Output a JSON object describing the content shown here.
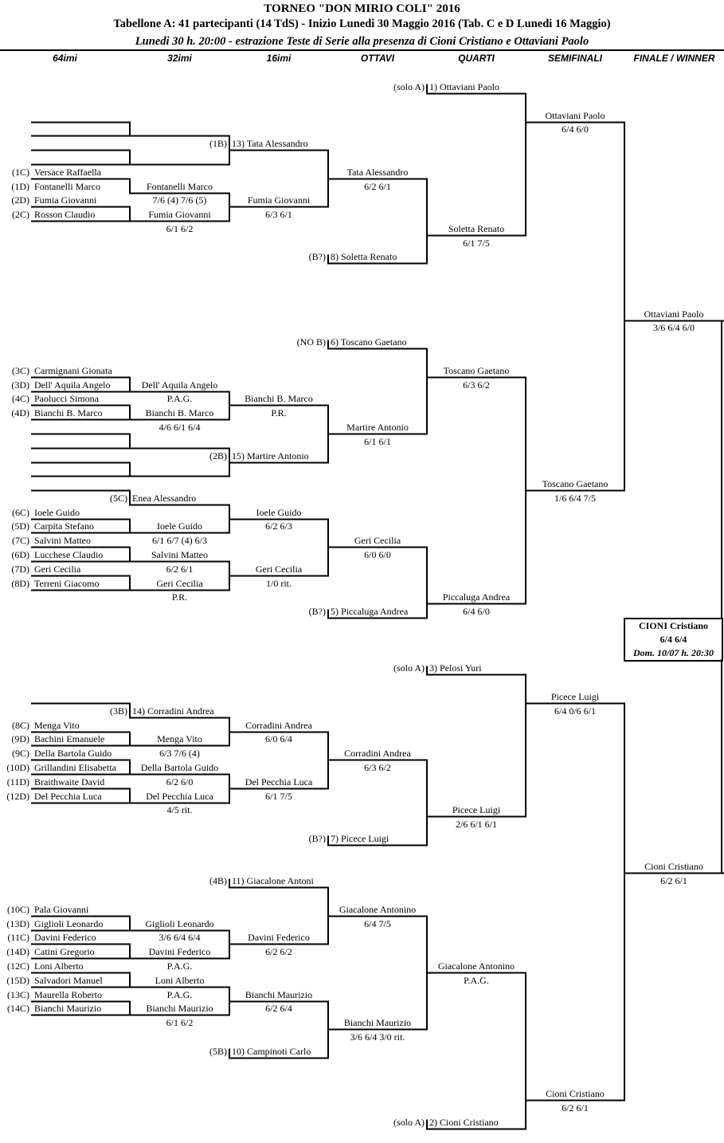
{
  "header": {
    "title": "TORNEO  \"DON MIRIO COLI\"  2016",
    "subtitle": "Tabellone A: 41 partecipanti (14 TdS) - Inizio Lunedi 30 Maggio 2016 (Tab. C e D Lunedi 16 Maggio)",
    "note": "Lunedi 30 h. 20:00 - estrazione Teste di Serie alla presenza di Cioni Cristiano e Ottaviani Paolo"
  },
  "rounds": [
    "64imi",
    "32imi",
    "16imi",
    "OTTAVI",
    "QUARTI",
    "SEMIFINALI",
    "FINALE / WINNER"
  ],
  "columns": {
    "r64": [
      {
        "prefix": "(1C)",
        "text": "Versace Raffaella"
      },
      {
        "prefix": "(1D)",
        "text": "Fontanelli Marco"
      },
      {
        "prefix": "(2D)",
        "text": "Fumia Giovanni"
      },
      {
        "prefix": "(2C)",
        "text": "Rosson Claudio"
      },
      {
        "prefix": "(3C)",
        "text": "Carmignani Gionata"
      },
      {
        "prefix": "(3D)",
        "text": "Dell' Aquila Angelo"
      },
      {
        "prefix": "(4C)",
        "text": "Paolucci Simona"
      },
      {
        "prefix": "(4D)",
        "text": "Bianchi B. Marco"
      },
      {
        "prefix": "(6C)",
        "text": "Ioele Guido"
      },
      {
        "prefix": "(5D)",
        "text": "Carpita Stefano"
      },
      {
        "prefix": "(7C)",
        "text": "Salvini Matteo"
      },
      {
        "prefix": "(6D)",
        "text": "Lucchese Claudio"
      },
      {
        "prefix": "(7D)",
        "text": "Geri Cecilia"
      },
      {
        "prefix": "(8D)",
        "text": "Terreni Giacomo"
      },
      {
        "prefix": "(8C)",
        "text": "Menga Vito"
      },
      {
        "prefix": "(9D)",
        "text": "Bachini Emanuele"
      },
      {
        "prefix": "(9C)",
        "text": "Della Bartola Guido"
      },
      {
        "prefix": "(10D)",
        "text": "Grillandini Elisabetta"
      },
      {
        "prefix": "(11D)",
        "text": "Braithwaite David"
      },
      {
        "prefix": "(12D)",
        "text": "Del Pecchia Luca"
      },
      {
        "prefix": "(10C)",
        "text": "Pala Giovanni"
      },
      {
        "prefix": "(13D)",
        "text": "Giglioli Leonardo"
      },
      {
        "prefix": "(11C)",
        "text": "Davini Federico"
      },
      {
        "prefix": "(14D)",
        "text": "Catini Gregorio"
      },
      {
        "prefix": "(12C)",
        "text": "Loni Alberto"
      },
      {
        "prefix": "(15D)",
        "text": "Salvadori Manuel"
      },
      {
        "prefix": "(13C)",
        "text": "Maurella Roberto"
      },
      {
        "prefix": "(14C)",
        "text": "Bianchi Maurizio"
      }
    ],
    "r32": [
      {
        "text": "Fontanelli Marco"
      },
      {
        "text": "7/6 (4)  7/6 (5)"
      },
      {
        "text": "Fumia Giovanni"
      },
      {
        "text": "6/1  6/2"
      },
      {
        "text": "Dell' Aquila Angelo"
      },
      {
        "text": "P.A.G."
      },
      {
        "text": "Bianchi B. Marco"
      },
      {
        "text": "4/6  6/1  6/4"
      },
      {
        "prefix": "(5C)",
        "text": "Enea Alessandro"
      },
      {
        "text": "Ioele Guido"
      },
      {
        "text": "6/1  6/7 (4)  6/3"
      },
      {
        "text": "Salvini Matteo"
      },
      {
        "text": "6/2  6/1"
      },
      {
        "text": "Geri Cecilia"
      },
      {
        "text": "P.R."
      },
      {
        "prefix": "(3B)",
        "text": "14) Corradini Andrea"
      },
      {
        "text": "Menga Vito"
      },
      {
        "text": "6/3  7/6 (4)"
      },
      {
        "text": "Della Bartola Guido"
      },
      {
        "text": "6/2  6/0"
      },
      {
        "text": "Del Pecchia Luca"
      },
      {
        "text": "4/5  rit."
      },
      {
        "text": "Giglioli Leonardo"
      },
      {
        "text": "3/6  6/4  6/4"
      },
      {
        "text": "Davini Federico"
      },
      {
        "text": "P.A.G."
      },
      {
        "text": "Loni Alberto"
      },
      {
        "text": "P.A.G."
      },
      {
        "text": "Bianchi Maurizio"
      },
      {
        "text": "6/1  6/2"
      }
    ],
    "r16": [
      {
        "prefix": "(1B)",
        "text": "13) Tata Alessandro"
      },
      {
        "text": "Fumia Giovanni"
      },
      {
        "text": "6/3  6/1"
      },
      {
        "text": "Bianchi B. Marco"
      },
      {
        "text": "P.R."
      },
      {
        "prefix": "(2B)",
        "text": "15) Martire Antonio"
      },
      {
        "text": "Ioele Guido"
      },
      {
        "text": "6/2  6/3"
      },
      {
        "text": "Geri Cecilia"
      },
      {
        "text": "1/0 rit."
      },
      {
        "text": "Corradini Andrea"
      },
      {
        "text": "6/0  6/4"
      },
      {
        "text": "Del Pecchia Luca"
      },
      {
        "text": "6/1  7/5"
      },
      {
        "prefix": "(4B)",
        "text": "11) Giacalone Antoni"
      },
      {
        "text": "Davini Federico"
      },
      {
        "text": "6/2  6/2"
      },
      {
        "text": "Bianchi Maurizio"
      },
      {
        "text": "6/2  6/4"
      },
      {
        "prefix": "(5B)",
        "text": "10) Campinoti Carlo"
      }
    ],
    "ottavi": [
      {
        "text": "Tata Alessandro"
      },
      {
        "text": "6/2  6/1"
      },
      {
        "prefix": "(B?)",
        "text": "8) Soletta Renato"
      },
      {
        "prefix": "(NO B)",
        "text": "6) Toscano Gaetano"
      },
      {
        "text": "Martire Antonio"
      },
      {
        "text": "6/1  6/1"
      },
      {
        "text": "Geri Cecilia"
      },
      {
        "text": "6/0  6/0"
      },
      {
        "prefix": "(B?)",
        "text": "5) Piccaluga Andrea"
      },
      {
        "text": "Corradini Andrea"
      },
      {
        "text": "6/3  6/2"
      },
      {
        "prefix": "(B?)",
        "text": "7) Picece Luigi"
      },
      {
        "text": "Giacalone Antonino"
      },
      {
        "text": "6/4  7/5"
      },
      {
        "text": "Bianchi Maurizio"
      },
      {
        "text": "3/6  6/4  3/0 rit."
      }
    ],
    "quarti": [
      {
        "prefix": "(solo A)",
        "text": "1) Ottaviani Paolo"
      },
      {
        "text": "Soletta Renato"
      },
      {
        "text": "6/1  7/5"
      },
      {
        "text": "Toscano Gaetano"
      },
      {
        "text": "6/3  6/2"
      },
      {
        "text": "Piccaluga Andrea"
      },
      {
        "text": "6/4  6/0"
      },
      {
        "prefix": "(solo A)",
        "text": "3) Pelosi Yuri"
      },
      {
        "text": "Picece Luigi"
      },
      {
        "text": "2/6  6/1  6/1"
      },
      {
        "text": "Giacalone Antonino"
      },
      {
        "text": "P.A.G."
      },
      {
        "prefix": "(solo A)",
        "text": "2) Cioni Cristiano"
      }
    ],
    "semi": [
      {
        "text": "Ottaviani Paolo"
      },
      {
        "text": "6/4  6/0"
      },
      {
        "text": "Toscano Gaetano"
      },
      {
        "text": "1/6  6/4  7/5"
      },
      {
        "text": "Picece Luigi"
      },
      {
        "text": "6/4  0/6  6/1"
      },
      {
        "text": "Cioni Cristiano"
      },
      {
        "text": "6/2  6/1"
      }
    ],
    "finale": [
      {
        "text": "Ottaviani Paolo"
      },
      {
        "text": "3/6  6/4  6/0"
      },
      {
        "text": "Cioni Cristiano"
      },
      {
        "text": "6/2  6/1"
      }
    ]
  },
  "winner": {
    "name": "CIONI  Cristiano",
    "score": "6/4  6/4",
    "date": "Dom. 10/07 h. 20:30"
  }
}
